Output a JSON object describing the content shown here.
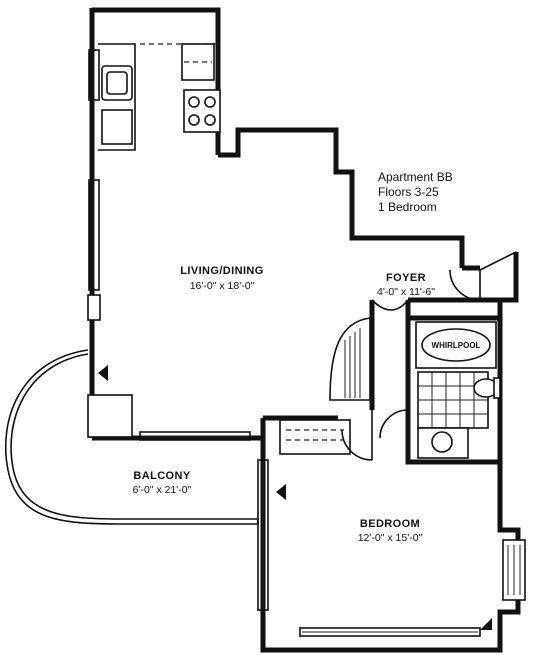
{
  "info": {
    "apartment": "Apartment BB",
    "floors": "Floors 3-25",
    "bedrooms": "1 Bedroom"
  },
  "rooms": {
    "living": {
      "name": "LIVING/DINING",
      "dims": "16'-0\" x 18'-0\""
    },
    "foyer": {
      "name": "FOYER",
      "dims": "4'-0\" x 11'-6\""
    },
    "balcony": {
      "name": "BALCONY",
      "dims": "6'-0\" x 21'-0\""
    },
    "bedroom": {
      "name": "BEDROOM",
      "dims": "12'-0\" x 15'-0\""
    }
  },
  "fixtures": {
    "tub_label": "WHIRLPOOL"
  },
  "colors": {
    "ink": "#111111",
    "paper": "#ffffff"
  }
}
